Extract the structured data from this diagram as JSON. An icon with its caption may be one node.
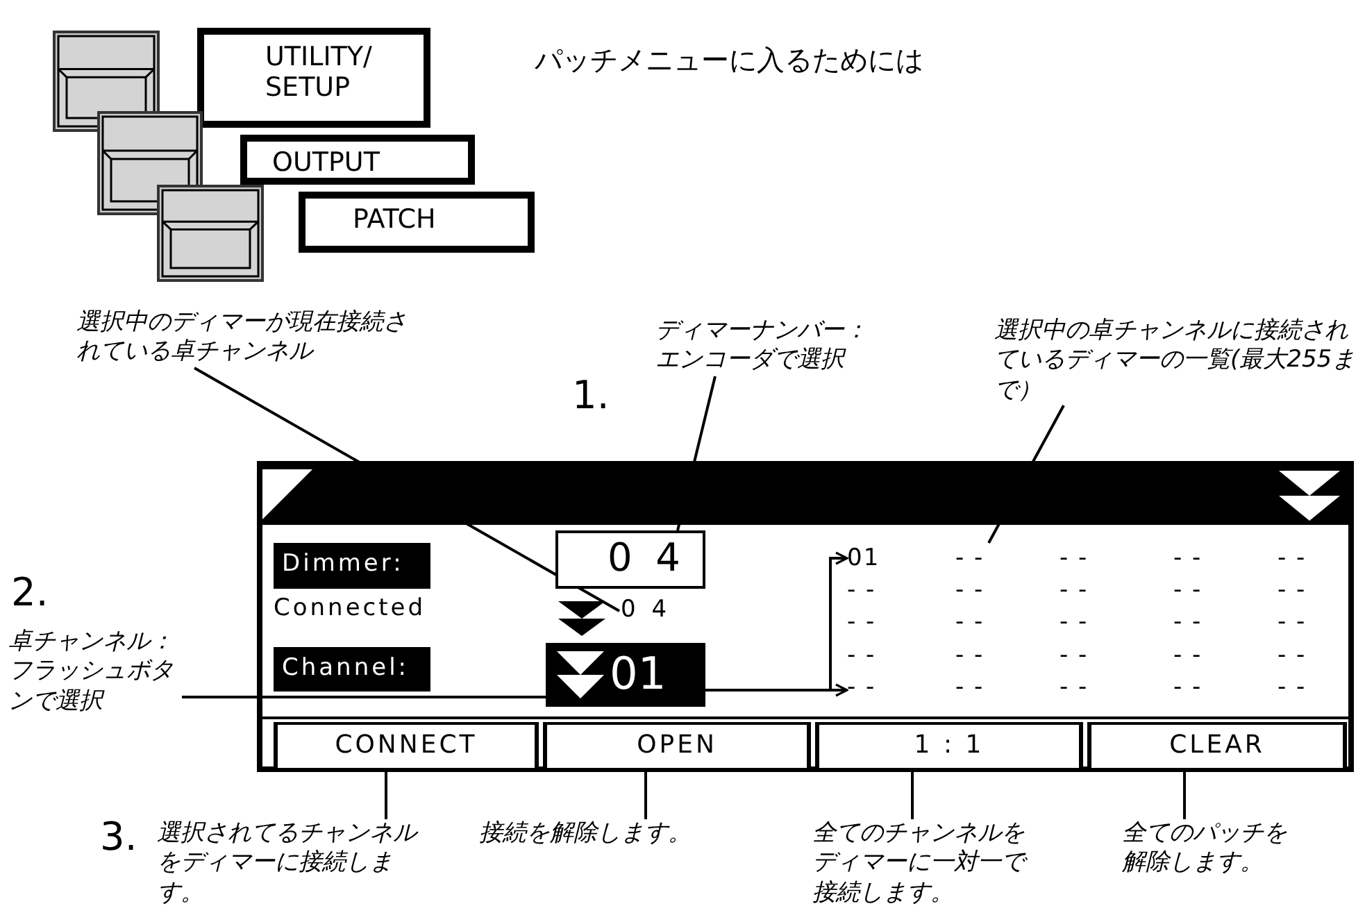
{
  "diagram": {
    "title": "パッチメニューに入るためには",
    "nodes": [
      {
        "text": [
          "UTILITY/ SETUP"
        ]
      },
      {
        "text": [
          "OUTPUT"
        ]
      },
      {
        "text": [
          "PATCH"
        ]
      },
      {
        "text": [
          "選択中のディマーが現在接続されている卓チャンネル"
        ]
      },
      {
        "text": [
          "ディマーナンバー：エンコーダで選択"
        ]
      },
      {
        "text": [
          "選択中の卓チャンネルに接続されているディマーの一覧(最大255まで）"
        ]
      },
      {
        "text": [],
        "shape": "box"
      },
      {
        "text": [
          "Dimmer:"
        ],
        "in": 6
      },
      {
        "text": [
          "0 4"
        ],
        "in": 6
      },
      {
        "text": [
          "0 4"
        ],
        "in": 6
      },
      {
        "text": [
          "Channel:"
        ],
        "in": 6
      },
      {
        "text": [
          "01"
        ],
        "in": 6
      },
      {
        "text": [
          "01"
        ],
        "in": 6
      },
      {
        "text": [
          "- -"
        ],
        "in": 6
      },
      {
        "text": [
          "- -"
        ],
        "in": 6
      },
      {
        "text": [
          "卓チャンネル：フラッシュボタンで選択"
        ]
      },
      {
        "text": [
          "CONNECT"
        ],
        "in": 6
      },
      {
        "text": [
          "OPEN"
        ],
        "in": 6
      },
      {
        "text": [
          "1 : 1"
        ],
        "in": 6
      },
      {
        "text": [
          "CLEAR"
        ],
        "in": 6
      },
      {
        "text": [
          "選択されてるチャンネルをディマーに接続します。"
        ]
      },
      {
        "text": [
          "接続を解除します。"
        ]
      },
      {
        "text": [
          "全てのチャンネルをディマーに一対一で接続します。"
        ]
      },
      {
        "text": [
          "全てのパッチを解除します。"
        ]
      }
    ],
    "edges": [
      {
        "from": 3,
        "to": 9,
        "arrow": "none"
      },
      {
        "from": 4,
        "to": 8,
        "arrow": "none"
      },
      {
        "from": 5,
        "to": 13,
        "arrow": "none"
      },
      {
        "from": 15,
        "to": 11,
        "arrow": "none"
      },
      {
        "from": 11,
        "to": 12,
        "arrow": "to"
      },
      {
        "from": 11,
        "to": 14,
        "arrow": "to"
      },
      {
        "from": 20,
        "to": 16,
        "arrow": "none"
      },
      {
        "from": 21,
        "to": 17,
        "arrow": "none"
      },
      {
        "from": 22,
        "to": 18,
        "arrow": "none"
      },
      {
        "from": 23,
        "to": 19,
        "arrow": "none"
      }
    ],
    "labels": [
      "1.",
      "2.",
      "Connected",
      "- -",
      "- -",
      "- -",
      "- -",
      "- -",
      "- -",
      "- -",
      "- -",
      "- -",
      "- -",
      "- -",
      "- -",
      "- -",
      "- -",
      "- -",
      "- -",
      "- -",
      "- -",
      "- -",
      "- -",
      "- -",
      "- -",
      "3."
    ]
  }
}
